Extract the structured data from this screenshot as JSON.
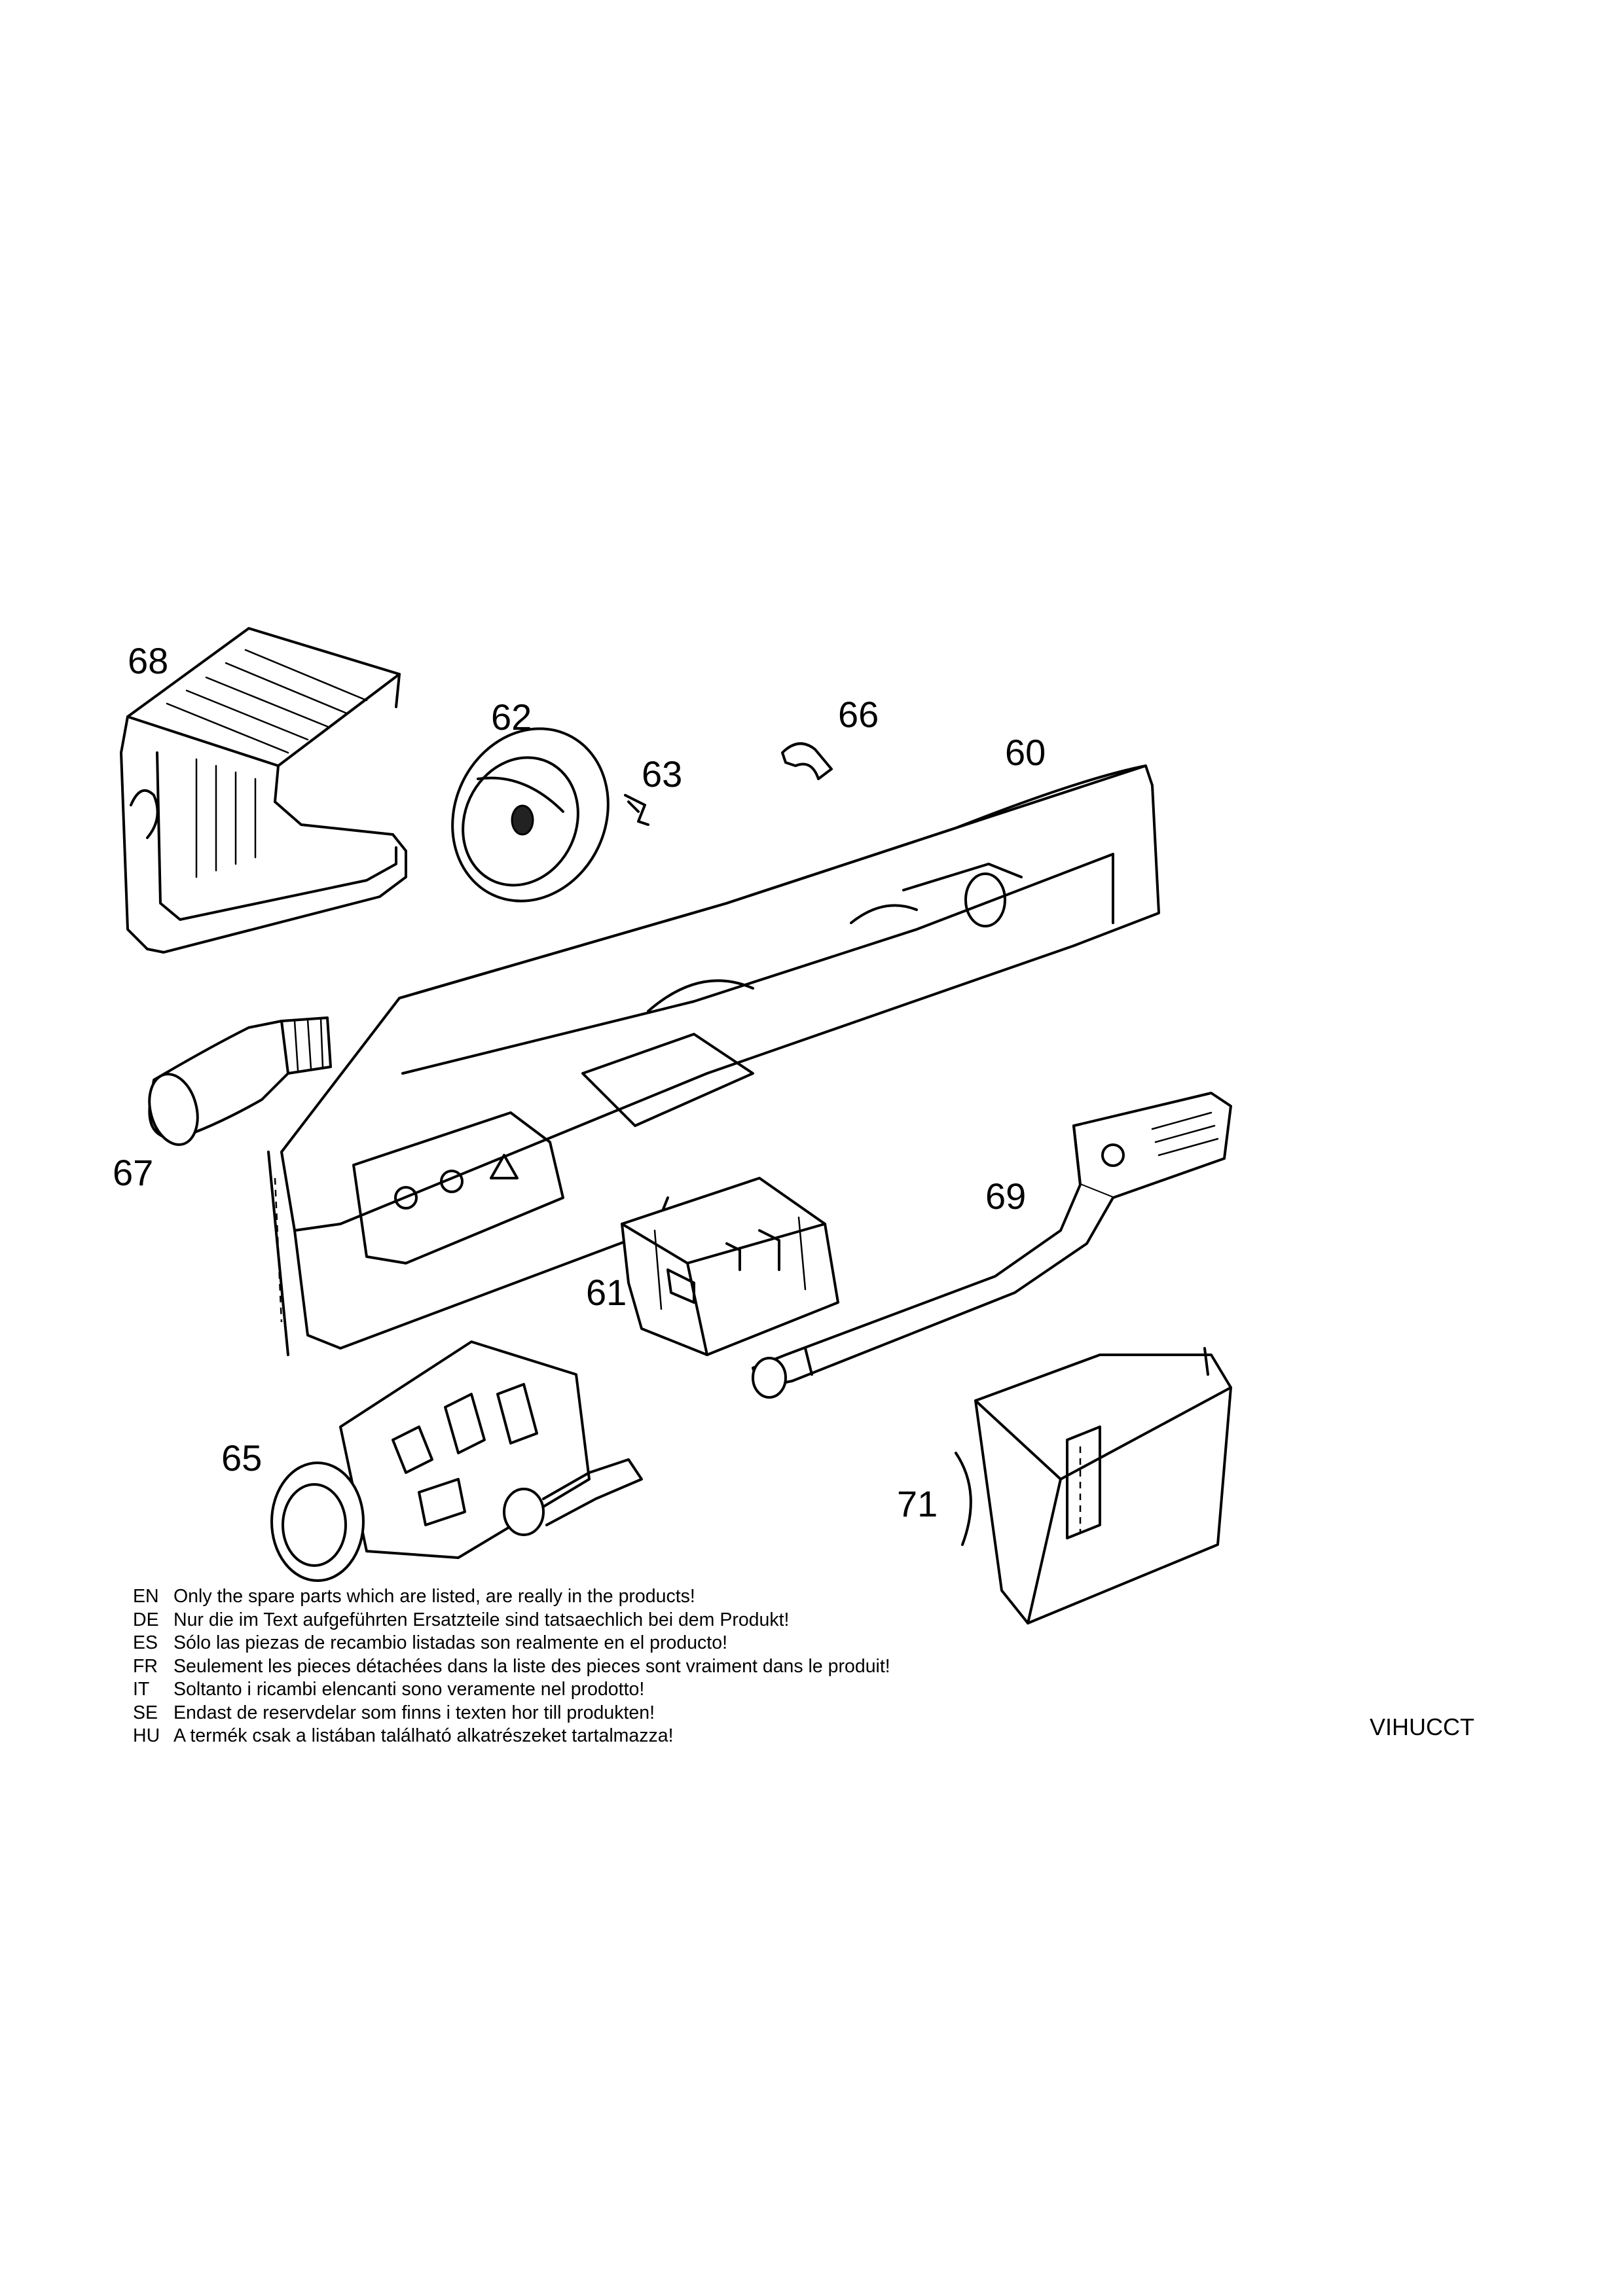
{
  "callouts": {
    "p60": "60",
    "p61": "61",
    "p62": "62",
    "p63": "63",
    "p65": "65",
    "p66": "66",
    "p67": "67",
    "p68": "68",
    "p69": "69",
    "p71": "71"
  },
  "notes": [
    {
      "code": "EN",
      "text": "Only the spare parts which are listed, are really in the products!"
    },
    {
      "code": "DE",
      "text": "Nur die im Text aufgeführten Ersatzteile sind tatsaechlich bei dem Produkt!"
    },
    {
      "code": "ES",
      "text": "Sólo las piezas de recambio  listadas son realmente en el producto!"
    },
    {
      "code": "FR",
      "text": "Seulement les pieces détachées dans la liste des pieces sont vraiment dans le produit!"
    },
    {
      "code": "IT",
      "text": "Soltanto i ricambi elencanti sono veramente nel prodotto!"
    },
    {
      "code": "SE",
      "text": "Endast de reservdelar som finns i texten hor till produkten!"
    },
    {
      "code": "HU",
      "text": "A termék csak a listában található alkatrészeket tartalmazza!"
    }
  ],
  "doc_code": "VIHUCCT"
}
